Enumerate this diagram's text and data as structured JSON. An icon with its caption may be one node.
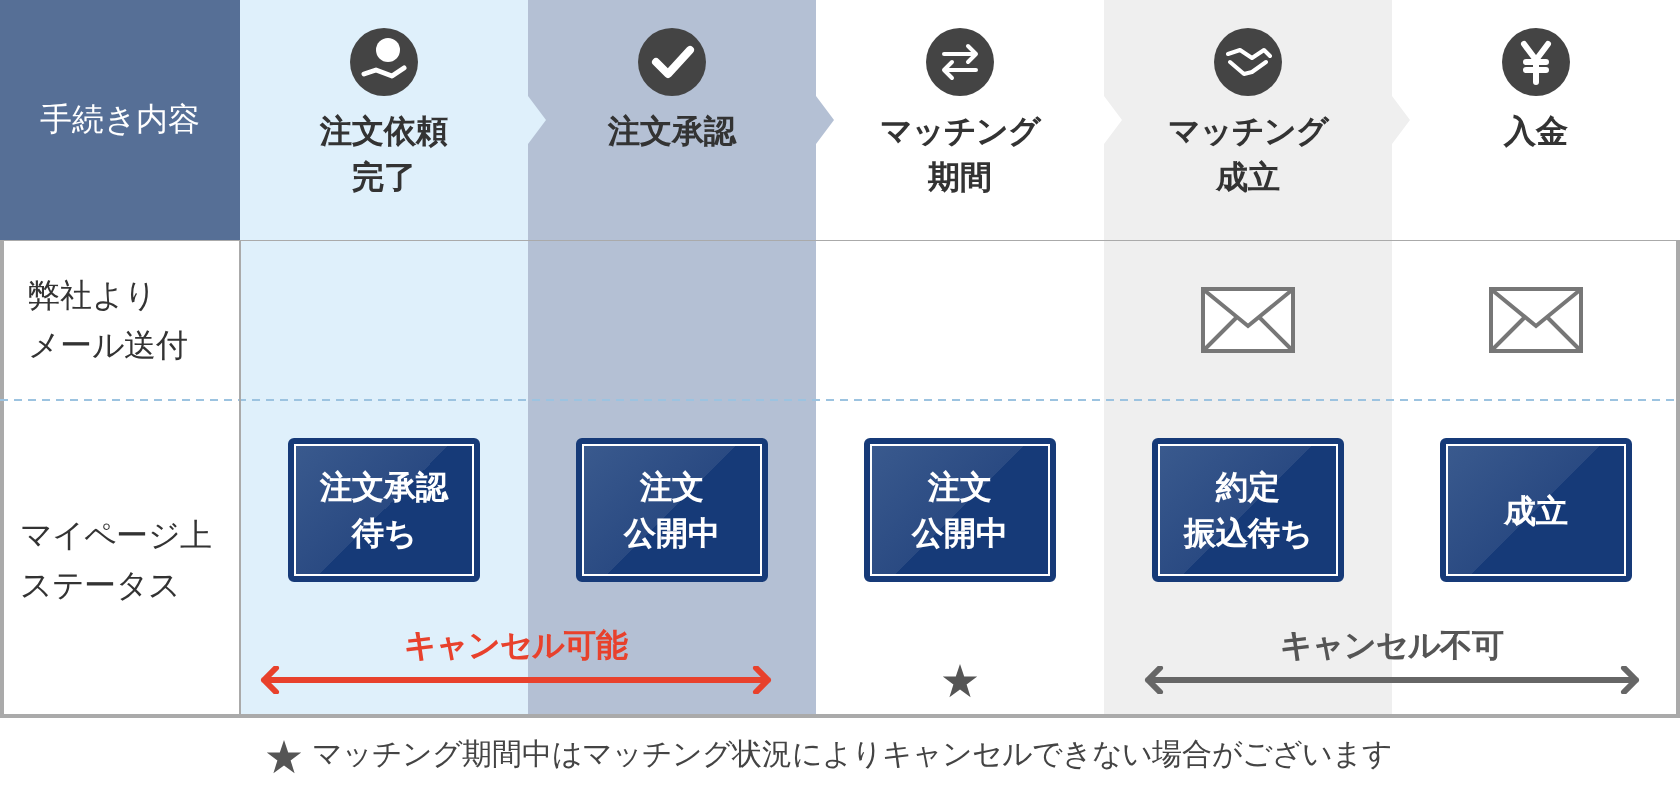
{
  "diagram": {
    "caption": "マッチング期間中はマッチング状況によりキャンセルできない場合がございます",
    "nodes": [
      {
        "text": [
          "手続き内容"
        ]
      },
      {
        "text": [
          "注文依頼完了"
        ]
      },
      {
        "text": [
          "注文承認"
        ]
      },
      {
        "text": [
          "マッチング期間"
        ]
      },
      {
        "text": [
          "マッチング成立"
        ]
      },
      {
        "text": [
          "入金"
        ]
      },
      {
        "text": [
          "注文承認待ち"
        ]
      },
      {
        "text": [
          "注文公開中"
        ]
      },
      {
        "text": [
          "注文公開中"
        ]
      },
      {
        "text": [
          "約定振込待ち"
        ]
      },
      {
        "text": [
          "成立"
        ]
      }
    ],
    "edges": [
      {
        "from": 1,
        "to": 2,
        "arrow": "to"
      },
      {
        "from": 2,
        "to": 3,
        "arrow": "to"
      },
      {
        "from": 3,
        "to": 4,
        "arrow": "to"
      },
      {
        "from": 4,
        "to": 5,
        "arrow": "to"
      }
    ],
    "labels": [
      "弊社よりメール送付",
      "マイページ上ステータス",
      "キャンセル可能",
      "キャンセル不可"
    ]
  }
}
